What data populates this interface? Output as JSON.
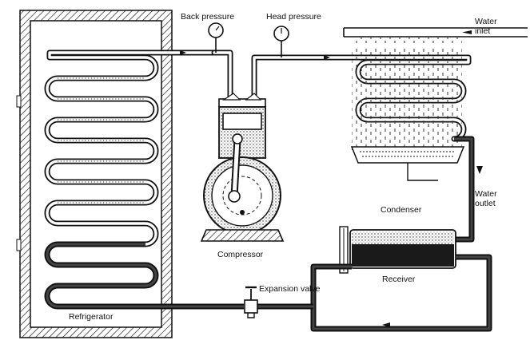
{
  "labels": {
    "back_pressure": "Back pressure",
    "head_pressure": "Head pressure",
    "water_inlet": "Water\ninlet",
    "water_outlet": "Water\noutlet",
    "condenser": "Condenser",
    "compressor": "Compressor",
    "receiver": "Receiver",
    "expansion_valve": "Expansion valve",
    "refrigerator": "Refrigerator"
  },
  "colors": {
    "line": "#111111",
    "background": "#ffffff",
    "liquid": "#1a1a1a"
  }
}
